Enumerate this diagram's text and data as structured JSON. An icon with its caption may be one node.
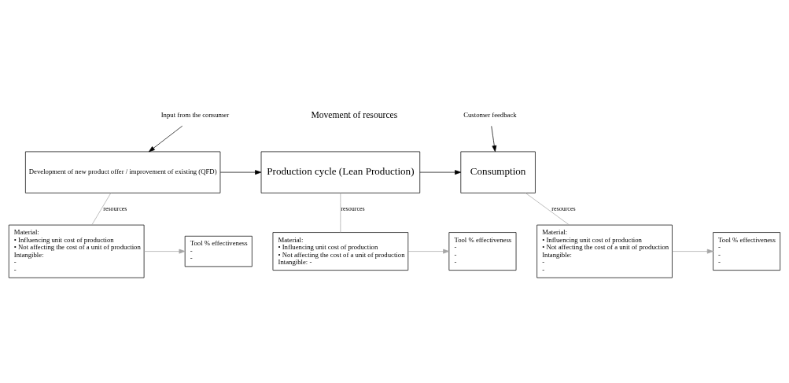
{
  "diagram": {
    "nodes": [
      {
        "text": [
          "Input from the consumer"
        ]
      },
      {
        "text": [
          "Customer feedback"
        ]
      },
      {
        "text": [
          "Development of new product offer / improvement of existing (QFD)"
        ]
      },
      {
        "text": [
          "Production cycle (Lean Production)"
        ]
      },
      {
        "text": [
          "Consumption"
        ]
      },
      {
        "text": [
          "Material:",
          "• Influencing unit cost of production",
          "• Not affecting the cost of a unit of production",
          "Intangible:",
          "-",
          "-"
        ]
      },
      {
        "text": [
          "Tool % effectiveness",
          "-",
          "-"
        ]
      },
      {
        "text": [
          "Material:",
          "• Influencing unit cost of production",
          "• Not affecting the cost of a unit of production",
          "Intangible: -"
        ]
      },
      {
        "text": [
          "Tool % effectiveness",
          "-",
          "-",
          "-"
        ]
      },
      {
        "text": [
          "Material:",
          "• Influencing unit cost of production",
          "• Not affecting the cost of a unit of production",
          "Intangible:",
          "-",
          "-"
        ]
      },
      {
        "text": [
          "Tool % effectiveness",
          "-",
          "-",
          "-"
        ]
      }
    ],
    "edges": [
      {
        "from": 0,
        "to": 2,
        "arrow": "to",
        "color": "#000000"
      },
      {
        "from": 1,
        "to": 4,
        "arrow": "to",
        "color": "#000000"
      },
      {
        "from": 2,
        "to": 3,
        "arrow": "to",
        "color": "#000000"
      },
      {
        "from": 3,
        "to": 4,
        "arrow": "to",
        "color": "#000000"
      },
      {
        "from": 2,
        "to": 5,
        "arrow": "none",
        "label": "resources",
        "color": "#a6a6a6"
      },
      {
        "from": 5,
        "to": 6,
        "arrow": "to",
        "color": "#a6a6a6"
      },
      {
        "from": 3,
        "to": 7,
        "arrow": "none",
        "label": "resources",
        "color": "#a6a6a6"
      },
      {
        "from": 7,
        "to": 8,
        "arrow": "to",
        "color": "#a6a6a6"
      },
      {
        "from": 4,
        "to": 9,
        "arrow": "none",
        "label": "resources",
        "color": "#a6a6a6"
      },
      {
        "from": 9,
        "to": 10,
        "arrow": "to",
        "color": "#a6a6a6"
      }
    ],
    "labels": [
      "Movement of resources"
    ]
  }
}
